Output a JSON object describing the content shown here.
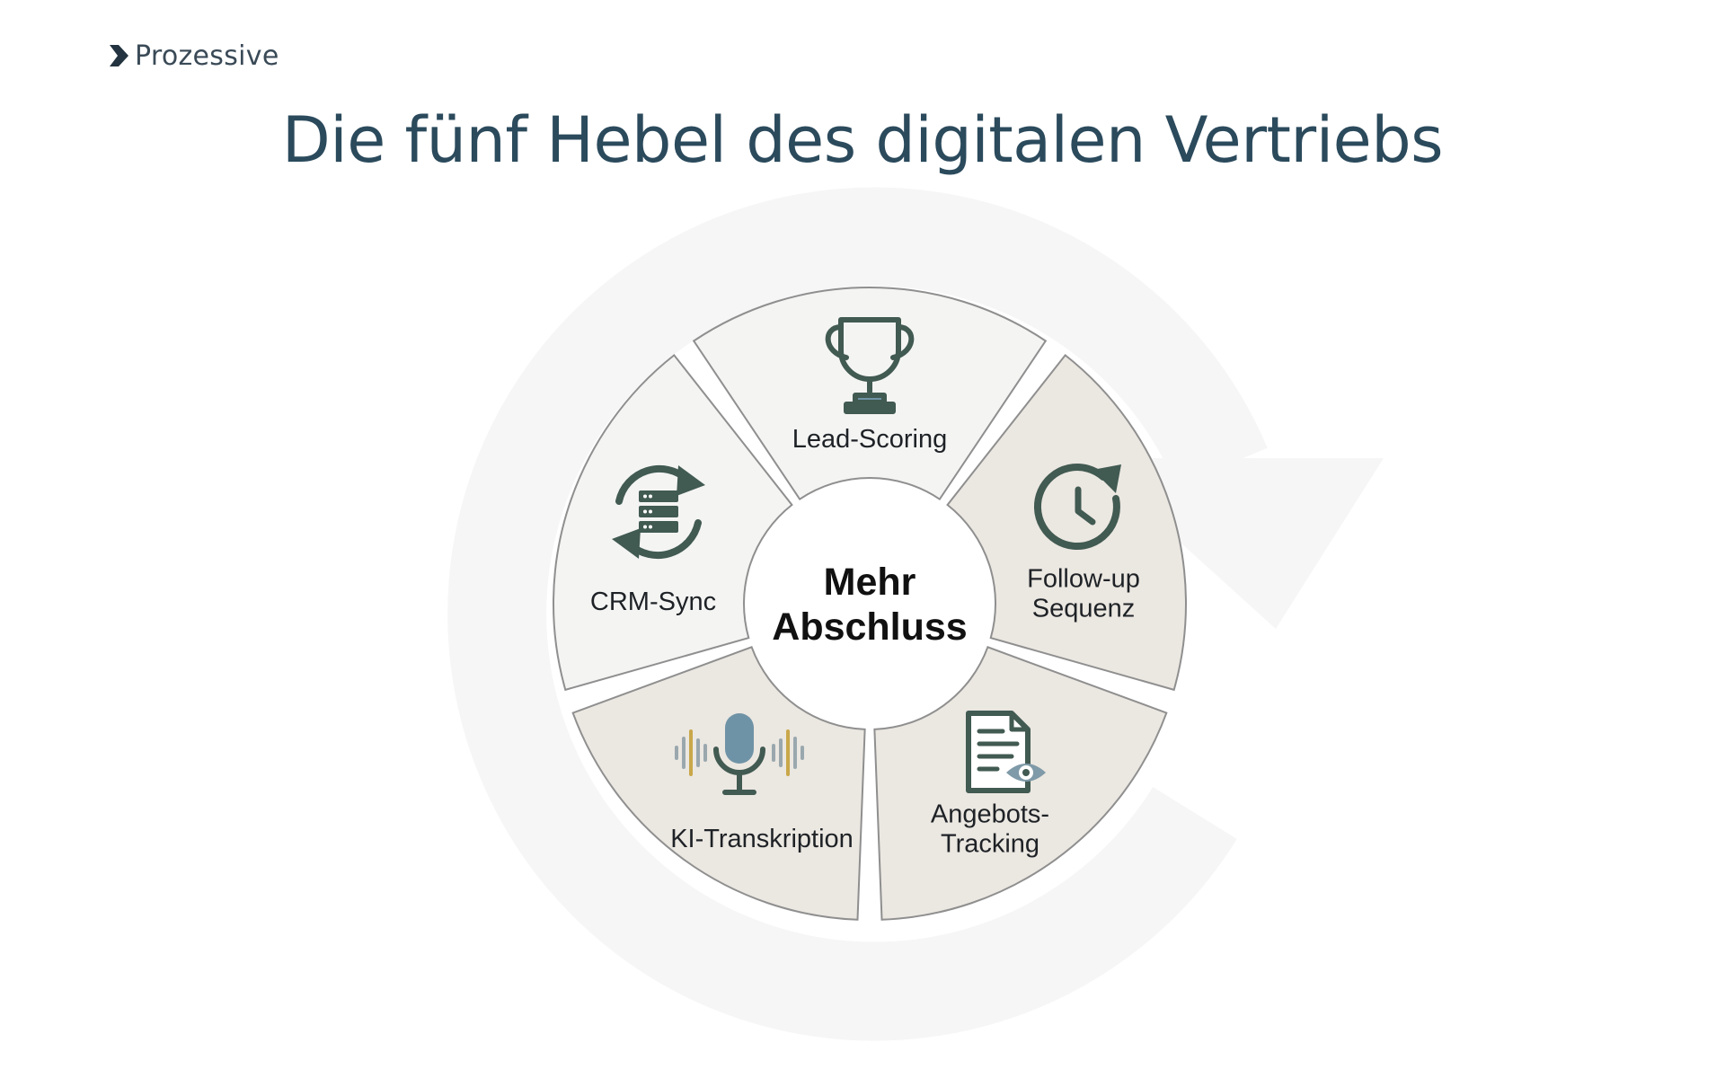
{
  "brand": {
    "name": "Prozessive",
    "mark_icon": "chevron-right-icon"
  },
  "title": "Die fünf Hebel des digitalen Vertriebs",
  "diagram": {
    "center": {
      "line1": "Mehr",
      "line2": "Abschluss"
    },
    "segments": [
      {
        "id": "lead-scoring",
        "lines": [
          "Lead-Scoring"
        ],
        "icon": "trophy-icon",
        "fill": "#f4f4f3"
      },
      {
        "id": "follow-up",
        "lines": [
          "Follow-up",
          "Sequenz"
        ],
        "icon": "clock-refresh-icon",
        "fill": "#ebe7e1"
      },
      {
        "id": "angebots-tracking",
        "lines": [
          "Angebots-",
          "Tracking"
        ],
        "icon": "document-eye-icon",
        "fill": "#ebe7e1"
      },
      {
        "id": "ki-transkription",
        "lines": [
          "KI-Transkription"
        ],
        "icon": "microphone-icon",
        "fill": "#ebe7e1"
      },
      {
        "id": "crm-sync",
        "lines": [
          "CRM-Sync"
        ],
        "icon": "database-sync-icon",
        "fill": "#f4f4f3"
      }
    ],
    "colors": {
      "icon_dark": "#415a52",
      "icon_blue": "#6f93a6",
      "accent_gold": "#c9a84a",
      "segment_stroke": "#8f8f8f",
      "title": "#2b4a5c",
      "background_arrow": "#f6f6f6"
    }
  }
}
